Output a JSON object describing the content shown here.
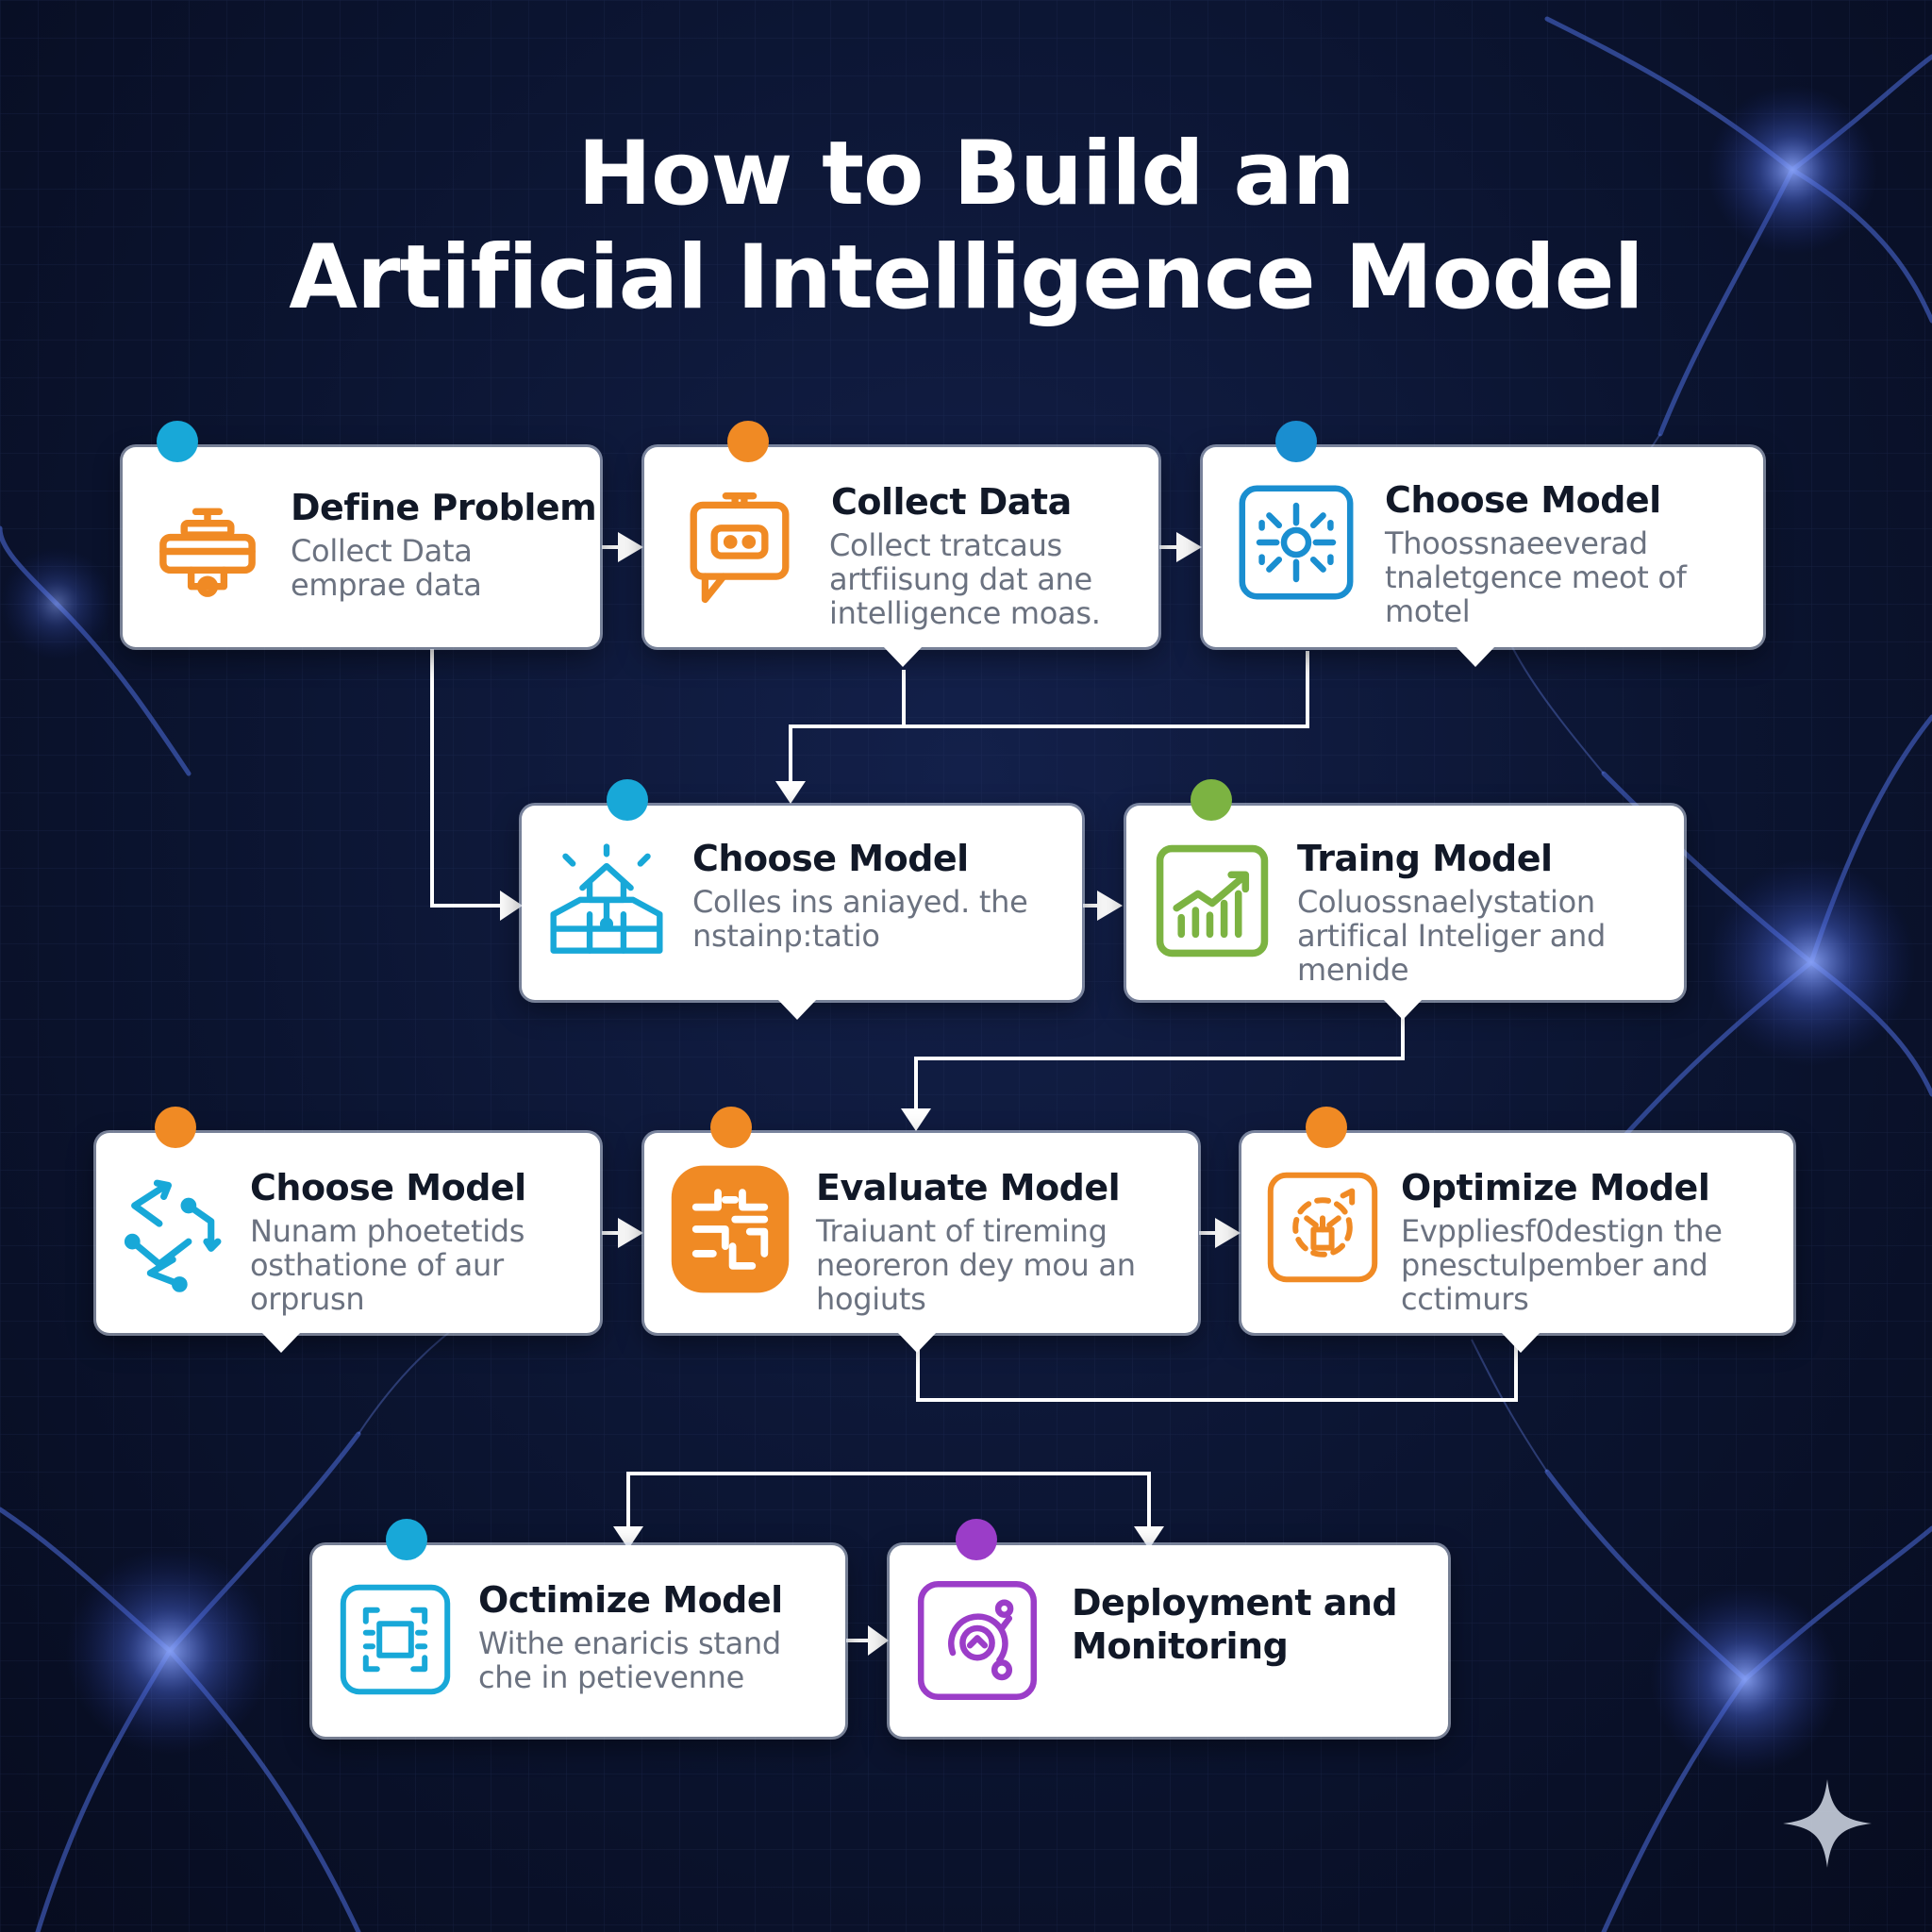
{
  "title": {
    "line1": "How to Build an",
    "line2": "Artificial Intelligence Model"
  },
  "accent_colors": {
    "orange": "#f08a24",
    "cyan": "#18a8d8",
    "blue": "#1a8ed0",
    "green": "#7cb342",
    "purple": "#9b3dc8"
  },
  "steps": [
    {
      "title": "Define Problem",
      "desc": "Collect Data\nemprae data",
      "icon": "machine-icon",
      "dot": "cyan"
    },
    {
      "title": "Collect Data",
      "desc": "Collect tratcaus\nartfiisung dat ane\nintelligence moas.",
      "icon": "chat-robot-icon",
      "dot": "orange"
    },
    {
      "title": "Choose Model",
      "desc": "Thoossnaeeverad\ntnaletgence meot of\nmotel",
      "icon": "ai-chip-icon",
      "dot": "blue"
    },
    {
      "title": "Choose Model",
      "desc": "Colles ins aniayed. the\nnstainp:tatio",
      "icon": "house-database-icon",
      "dot": "cyan"
    },
    {
      "title": "Traing Model",
      "desc": "Coluossnaelystation\nartifical Inteliger and\nmenide",
      "icon": "growth-chart-icon",
      "dot": "green"
    },
    {
      "title": "Choose Model",
      "desc": "Nunam phoetetids\nosthatione of aur\norprusn",
      "icon": "circuit-arrows-icon",
      "dot": "orange"
    },
    {
      "title": "Evaluate Model",
      "desc": "Traiuant of tireming\nneoreron dey mou an\nhogiuts",
      "icon": "brain-circuit-icon",
      "dot": "orange"
    },
    {
      "title": "Optimize Model",
      "desc": "Evppliesf0destign the\npnesctulpember and\ncctimurs",
      "icon": "optimize-gear-icon",
      "dot": "orange"
    },
    {
      "title": "Octimize Model",
      "desc": "Withe enaricis stand\nche in petievenne",
      "icon": "focus-chip-icon",
      "dot": "cyan"
    },
    {
      "title": "Deployment and\nMonitoring",
      "desc": "",
      "icon": "monitoring-gauge-icon",
      "dot": "purple"
    }
  ]
}
